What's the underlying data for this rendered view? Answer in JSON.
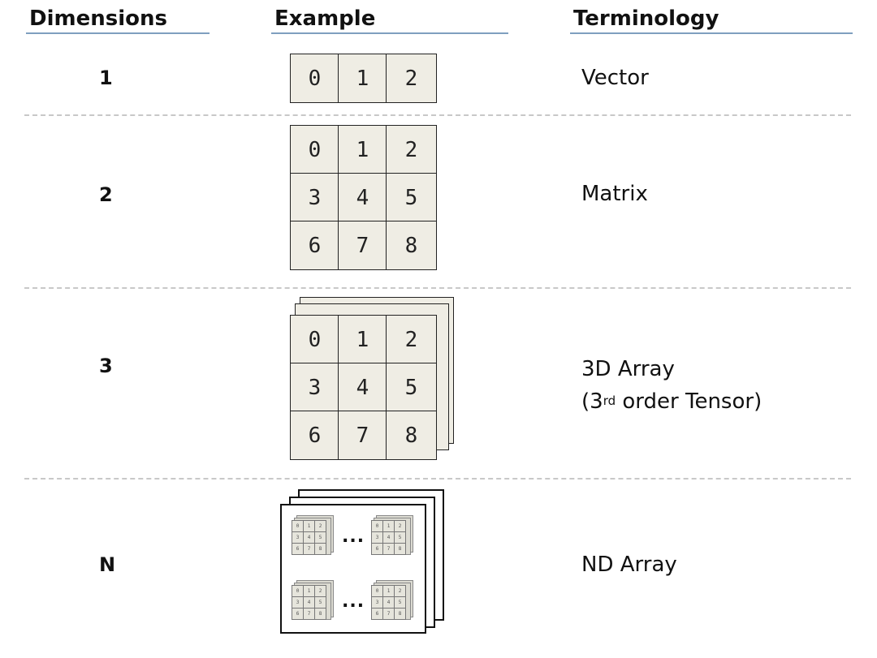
{
  "headers": {
    "dimensions": "Dimensions",
    "example": "Example",
    "terminology": "Terminology"
  },
  "rows": [
    {
      "dimension": "1",
      "terminology": "Vector",
      "values": [
        "0",
        "1",
        "2"
      ]
    },
    {
      "dimension": "2",
      "terminology": "Matrix",
      "values": [
        "0",
        "1",
        "2",
        "3",
        "4",
        "5",
        "6",
        "7",
        "8"
      ]
    },
    {
      "dimension": "3",
      "terminology_line1": "3D Array",
      "terminology_open": "(3",
      "terminology_sup": "rd",
      "terminology_rest": " order Tensor)",
      "values": [
        "0",
        "1",
        "2",
        "3",
        "4",
        "5",
        "6",
        "7",
        "8"
      ]
    },
    {
      "dimension": "N",
      "terminology": "ND Array",
      "mini_values": [
        "0",
        "1",
        "2",
        "3",
        "4",
        "5",
        "6",
        "7",
        "8"
      ],
      "ellipsis": "..."
    }
  ]
}
